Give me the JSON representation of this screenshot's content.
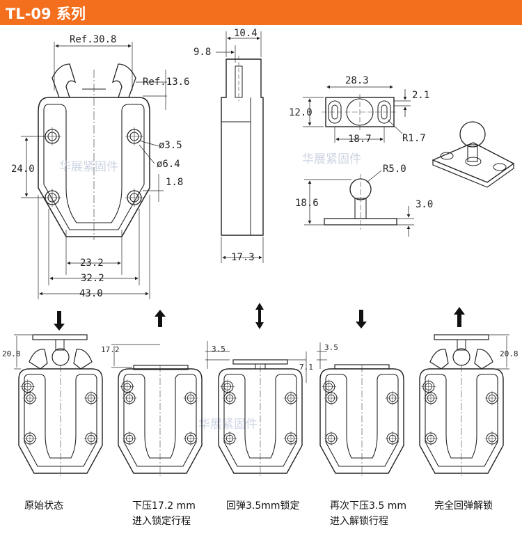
{
  "header": {
    "title": "TL-09 系列"
  },
  "watermark": "华展紧固件",
  "dimensions": {
    "front": {
      "ref_width": "Ref.30.8",
      "ref_side": "Ref.13.6",
      "hole_small": "ø3.5",
      "hole_large": "ø6.4",
      "vertical": "24.0",
      "offset": "1.8",
      "inner": "23.2",
      "mid": "32.2",
      "overall": "43.0"
    },
    "side": {
      "top": "10.4",
      "left": "9.8",
      "bottom": "17.3"
    },
    "plate": {
      "width": "28.3",
      "height": "12.0",
      "offset": "2.1",
      "spacing": "18.7",
      "radius": "R1.7"
    },
    "striker": {
      "radius": "R5.0",
      "height": "18.6",
      "thickness": "3.0"
    },
    "stages": {
      "s1": "20.8",
      "s2": "17.2",
      "s3a": "3.5",
      "s3b": "7.1",
      "s4": "3.5",
      "s5": "20.8"
    }
  },
  "captions": [
    {
      "line1": "原始状态",
      "line2": ""
    },
    {
      "line1": "下压17.2 mm",
      "line2": "进入锁定行程"
    },
    {
      "line1": "回弹3.5mm锁定",
      "line2": ""
    },
    {
      "line1": "再次下压3.5 mm",
      "line2": "进入解锁行程"
    },
    {
      "line1": "完全回弹解锁",
      "line2": ""
    }
  ]
}
